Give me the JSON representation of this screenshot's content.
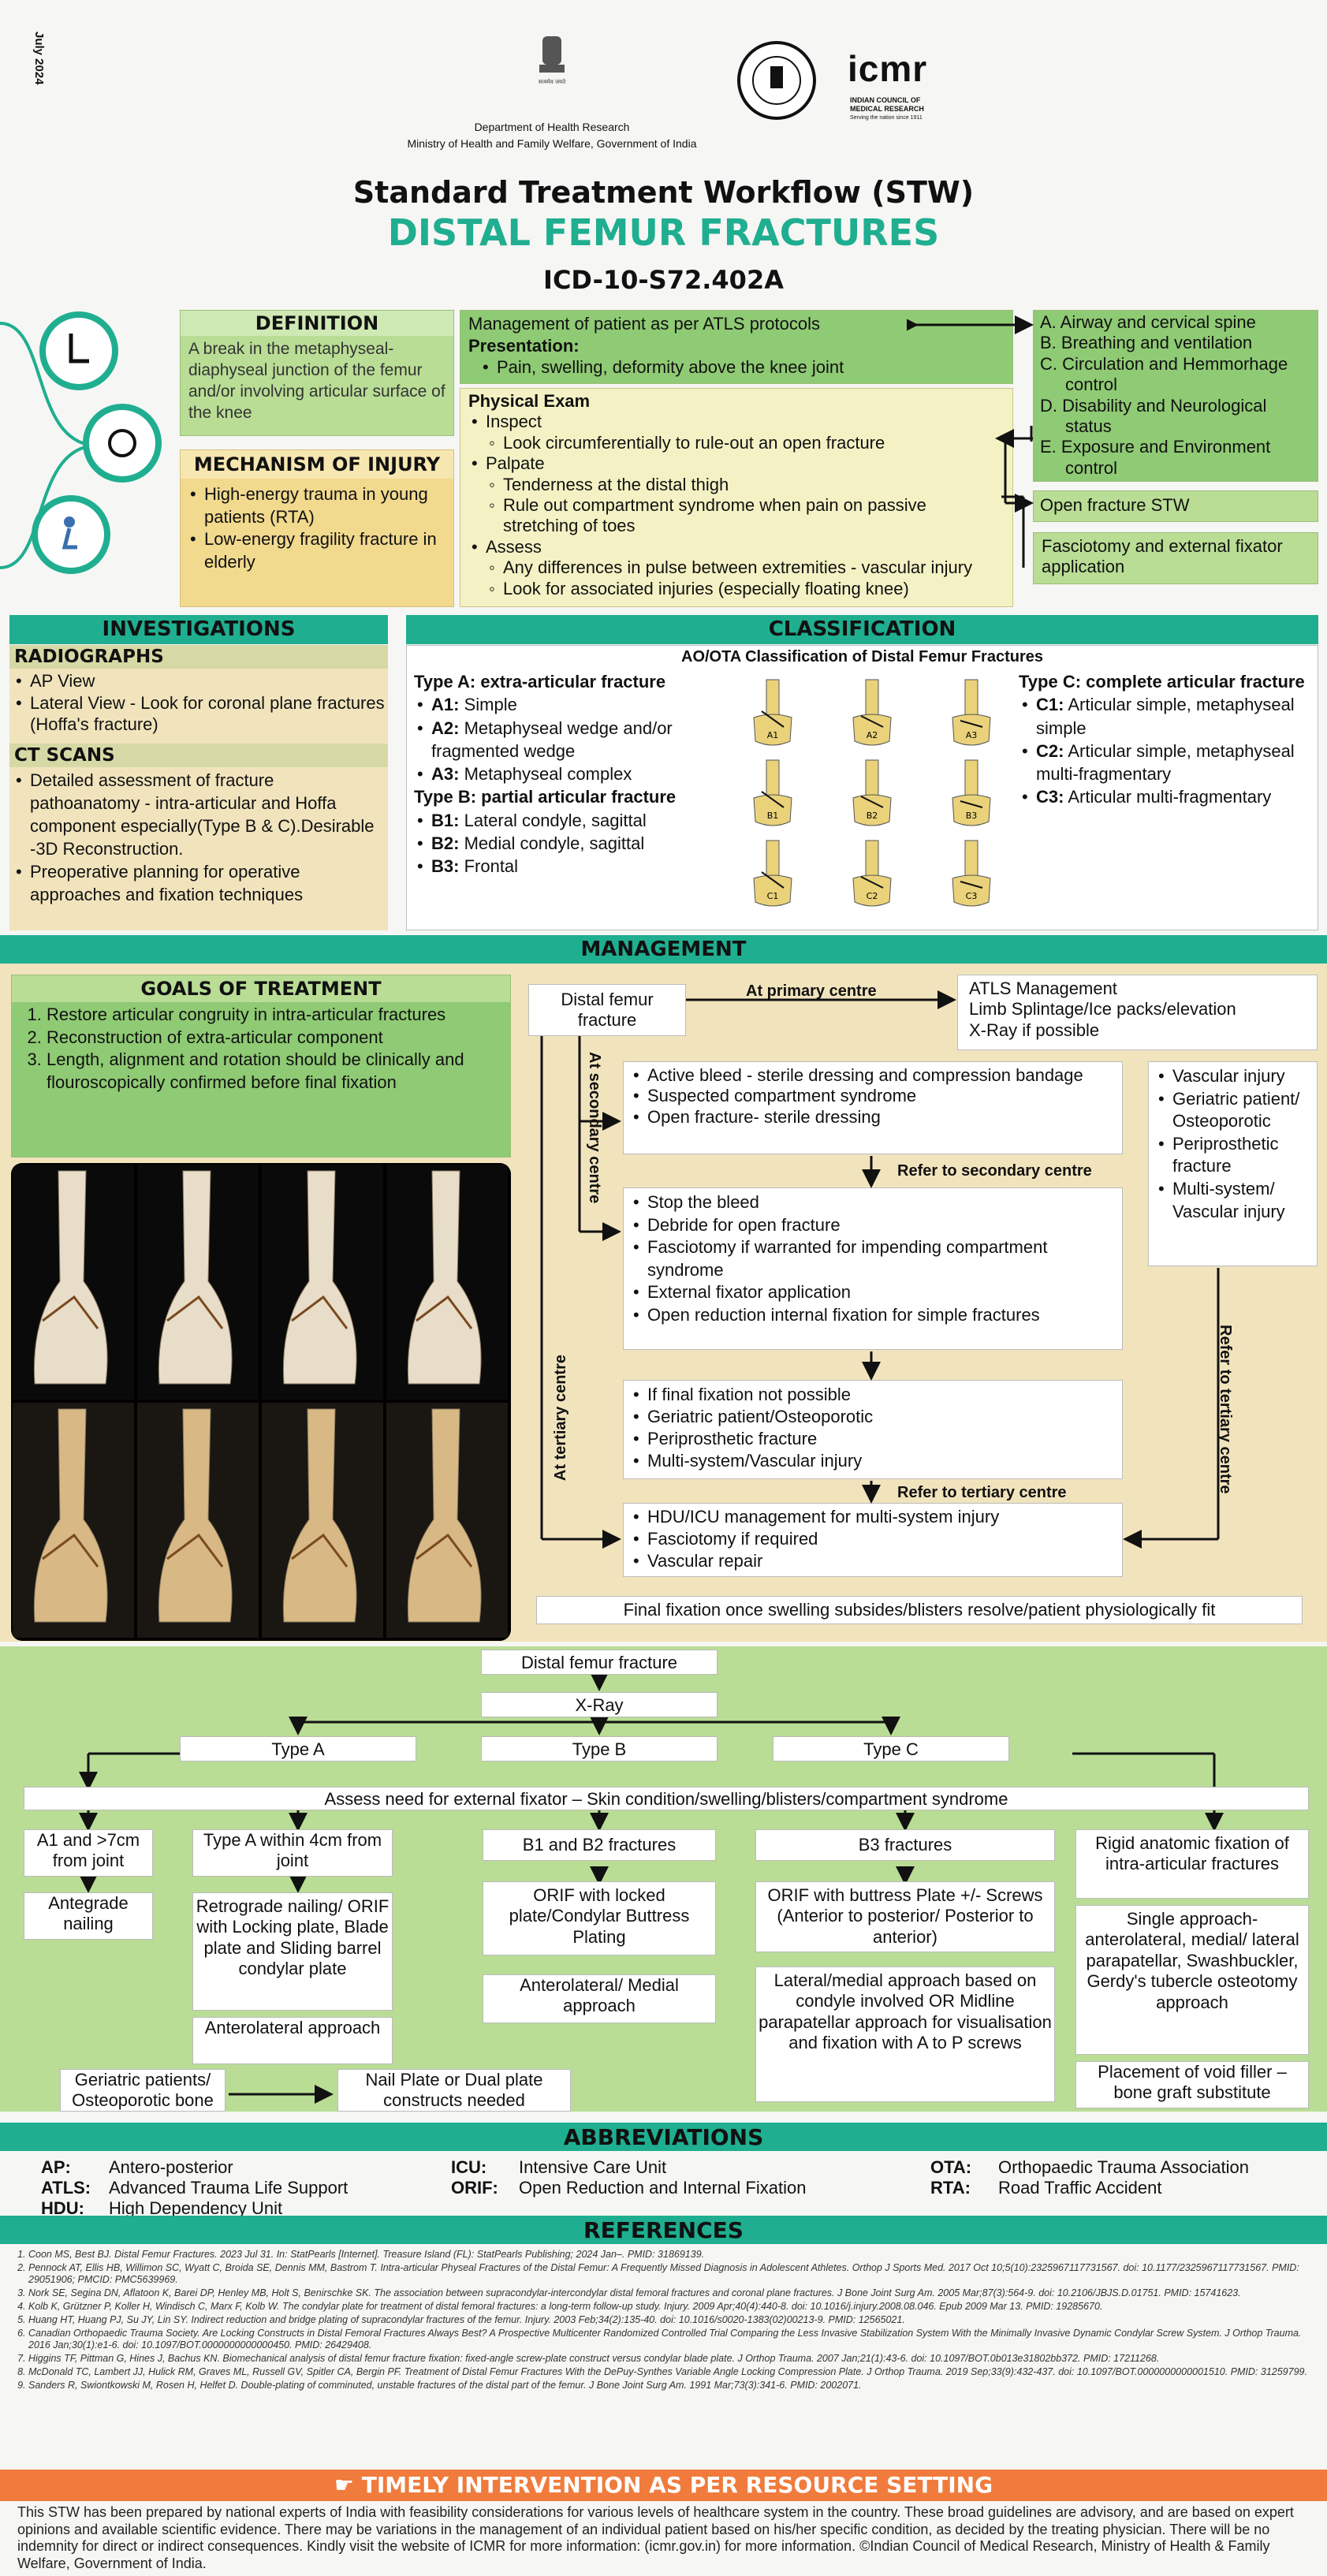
{
  "header": {
    "date": "July 2024",
    "dept": "Department of Health Research",
    "ministry": "Ministry of Health and Family Welfare, Government of India",
    "icmr": "icmr",
    "icmr_sub": "INDIAN COUNCIL OF MEDICAL RESEARCH",
    "icmr_tag": "Serving the nation since 1911",
    "emblem_text": "सत्यमेव जयते",
    "title": "Standard Treatment Workflow (STW)",
    "subtitle": "DISTAL FEMUR FRACTURES",
    "icd": "ICD-10-S72.402A"
  },
  "definition": {
    "title": "DEFINITION",
    "text": "A break in the metaphyseal-diaphyseal junction of the femur and/or involving articular surface of the knee"
  },
  "mechanism": {
    "title": "MECHANISM OF INJURY",
    "items": [
      "High-energy trauma in young patients (RTA)",
      "Low-energy fragility fracture in elderly"
    ]
  },
  "atls": {
    "line1": "Management of patient as per ATLS protocols",
    "presentation": "Presentation:",
    "item": "Pain, swelling, deformity above the knee joint"
  },
  "exam": {
    "title": "Physical Exam",
    "inspect": "Inspect",
    "inspect_sub": "Look circumferentially to rule-out an open fracture",
    "palpate": "Palpate",
    "palpate_sub": [
      "Tenderness at the distal thigh",
      "Rule out compartment syndrome when pain on passive stretching of toes"
    ],
    "assess": "Assess",
    "assess_sub": [
      "Any differences in pulse between extremities - vascular injury",
      "Look for associated injuries (especially floating knee)"
    ]
  },
  "abcde": [
    "A.  Airway and cervical spine",
    "B.  Breathing and ventilation",
    "C.  Circulation and Hemmorhage control",
    "D.  Disability and Neurological status",
    "E.  Exposure and Environment control"
  ],
  "open_stw": "Open fracture STW",
  "fasciotomy": "Fasciotomy and external fixator application",
  "investigations": {
    "title": "INVESTIGATIONS",
    "rad_title": "RADIOGRAPHS",
    "rad_items": [
      "AP View",
      "Lateral View - Look for coronal plane fractures (Hoffa's fracture)"
    ],
    "ct_title": "CT SCANS",
    "ct_items": [
      "Detailed assessment of fracture pathoanatomy - intra-articular and Hoffa component especially(Type B & C).Desirable -3D Reconstruction.",
      "Preoperative planning for operative approaches and fixation techniques"
    ]
  },
  "classification": {
    "title": "CLASSIFICATION",
    "subtitle": "AO/OTA Classification of Distal Femur Fractures",
    "typeA": "Type A: extra-articular fracture",
    "a_items": [
      [
        "A1:",
        "Simple"
      ],
      [
        "A2:",
        "Metaphyseal wedge and/or fragmented wedge"
      ],
      [
        "A3:",
        "Metaphyseal complex"
      ]
    ],
    "typeB": "Type B: partial articular fracture",
    "b_items": [
      [
        "B1:",
        "Lateral condyle, sagittal"
      ],
      [
        "B2:",
        "Medial condyle, sagittal"
      ],
      [
        "B3:",
        "Frontal"
      ]
    ],
    "typeC": "Type C: complete articular fracture",
    "c_items": [
      [
        "C1:",
        "Articular simple, metaphyseal simple"
      ],
      [
        "C2:",
        "Articular simple, metaphyseal multi-fragmentary"
      ],
      [
        "C3:",
        "Articular multi-fragmentary"
      ]
    ],
    "img_labels": [
      "A1",
      "A2",
      "A3",
      "B1",
      "B2",
      "B3",
      "C1",
      "C2",
      "C3"
    ]
  },
  "management": {
    "title": "MANAGEMENT",
    "goals_title": "GOALS OF TREATMENT",
    "goals": [
      "Restore articular congruity in intra-articular fractures",
      "Reconstruction of extra-articular component",
      "Length, alignment and rotation should be clinically and flouroscopically confirmed before final fixation"
    ],
    "distal": "Distal femur fracture",
    "primary": "At primary centre",
    "secondary": "At secondary centre",
    "tertiary": "At tertiary centre",
    "refer_tertiary_side": "Refer to tertiary centre",
    "primary_box": [
      "ATLS Management",
      "Limb Splintage/Ice packs/elevation",
      "X-Ray if possible"
    ],
    "sec_box": [
      "Active bleed - sterile dressing and compression bandage",
      "Suspected compartment syndrome",
      "Open fracture- sterile dressing"
    ],
    "refer_sec": "Refer to secondary centre",
    "stop_box": [
      "Stop the bleed",
      "Debride for open fracture",
      "Fasciotomy if warranted for impending compartment syndrome",
      "External fixator application",
      "Open reduction internal fixation for simple fractures"
    ],
    "right_box": [
      "Vascular injury",
      "Geriatric patient/ Osteoporotic",
      "Periprosthetic fracture",
      "Multi-system/ Vascular injury"
    ],
    "final_box": [
      "If final fixation not possible",
      "Geriatric patient/Osteoporotic",
      "Periprosthetic fracture",
      "Multi-system/Vascular injury"
    ],
    "refer_ter": "Refer to tertiary centre",
    "hdu_box": [
      "HDU/ICU management for multi-system injury",
      "Fasciotomy if required",
      "Vascular repair"
    ],
    "final_fix": "Final fixation once swelling subsides/blisters resolve/patient physiologically fit"
  },
  "flow": {
    "distal": "Distal femur fracture",
    "xray": "X-Ray",
    "typeA": "Type A",
    "typeB": "Type B",
    "typeC": "Type C",
    "assess": "Assess need for external fixator – Skin condition/swelling/blisters/compartment syndrome",
    "a1": "A1 and >7cm from joint",
    "antegrade": "Antegrade nailing",
    "typea_within": "Type A within 4cm from joint",
    "retrograde": "Retrograde nailing/ ORIF with Locking plate, Blade plate and Sliding barrel condylar plate",
    "anterolateral": "Anterolateral approach",
    "geriatric": "Geriatric patients/ Osteoporotic bone",
    "nail_plate": "Nail Plate or Dual plate constructs needed",
    "b1b2": "B1 and B2 fractures",
    "orif_lock": "ORIF with locked plate/Condylar Buttress Plating",
    "antero_medial": "Anterolateral/ Medial approach",
    "b3": "B3 fractures",
    "orif_butt": "ORIF with buttress Plate +/- Screws (Anterior to posterior/ Posterior to anterior)",
    "lat_med": "Lateral/medial approach based on condyle involved OR Midline parapatellar approach for visualisation and fixation with A to P screws",
    "rigid": "Rigid anatomic fixation of intra-articular fractures",
    "single": "Single approach- anterolateral, medial/ lateral parapatellar, Swashbuckler, Gerdy's tubercle osteotomy approach",
    "void": "Placement of void filler – bone graft substitute"
  },
  "abbrev": {
    "title": "ABBREVIATIONS",
    "items": [
      [
        "AP:",
        "Antero-posterior"
      ],
      [
        "ATLS:",
        "Advanced Trauma Life Support"
      ],
      [
        "HDU:",
        "High Dependency Unit"
      ],
      [
        "ICU:",
        "Intensive Care Unit"
      ],
      [
        "ORIF:",
        "Open Reduction and Internal Fixation"
      ],
      [
        "OTA:",
        "Orthopaedic Trauma Association"
      ],
      [
        "RTA:",
        "Road Traffic Accident"
      ]
    ]
  },
  "references": {
    "title": "REFERENCES",
    "items": [
      "Coon MS, Best BJ. Distal Femur Fractures. 2023 Jul 31. In: StatPearls [Internet]. Treasure Island (FL): StatPearls Publishing; 2024 Jan–. PMID: 31869139.",
      "Pennock AT, Ellis HB, Willimon SC, Wyatt C, Broida SE, Dennis MM, Bastrom T. Intra-articular Physeal Fractures of the Distal Femur: A Frequently Missed Diagnosis in Adolescent Athletes. Orthop J Sports Med. 2017 Oct 10;5(10):2325967117731567. doi: 10.1177/2325967117731567. PMID: 29051906; PMCID: PMC5639969.",
      "Nork SE, Segina DN, Aflatoon K, Barei DP, Henley MB, Holt S, Benirschke SK. The association between supracondylar-intercondylar distal femoral fractures and coronal plane fractures. J Bone Joint Surg Am. 2005 Mar;87(3):564-9. doi: 10.2106/JBJS.D.01751. PMID: 15741623.",
      "Kolb K, Grützner P, Koller H, Windisch C, Marx F, Kolb W. The condylar plate for treatment of distal femoral fractures: a long-term follow-up study. Injury. 2009 Apr;40(4):440-8. doi: 10.1016/j.injury.2008.08.046. Epub 2009 Mar 13. PMID: 19285670.",
      "Huang HT, Huang PJ, Su JY, Lin SY. Indirect reduction and bridge plating of supracondylar fractures of the femur. Injury. 2003 Feb;34(2):135-40. doi: 10.1016/s0020-1383(02)00213-9. PMID: 12565021.",
      "Canadian Orthopaedic Trauma Society. Are Locking Constructs in Distal Femoral Fractures Always Best? A Prospective Multicenter Randomized Controlled Trial Comparing the Less Invasive Stabilization System With the Minimally Invasive Dynamic Condylar Screw System. J Orthop Trauma. 2016 Jan;30(1):e1-6. doi: 10.1097/BOT.0000000000000450. PMID: 26429408.",
      "Higgins TF, Pittman G, Hines J, Bachus KN. Biomechanical analysis of distal femur fracture fixation: fixed-angle screw-plate construct versus condylar blade plate. J Orthop Trauma. 2007 Jan;21(1):43-6. doi: 10.1097/BOT.0b013e31802bb372. PMID: 17211268.",
      "McDonald TC, Lambert JJ, Hulick RM, Graves ML, Russell GV, Spitler CA, Bergin PF. Treatment of Distal Femur Fractures With the DePuy-Synthes Variable Angle Locking Compression Plate. J Orthop Trauma. 2019 Sep;33(9):432-437. doi: 10.1097/BOT.0000000000001510. PMID: 31259799.",
      "Sanders R, Swiontkowski M, Rosen H, Helfet D. Double-plating of comminuted, unstable fractures of the distal part of the femur. J Bone Joint Surg Am. 1991 Mar;73(3):341-6. PMID: 2002071."
    ]
  },
  "footer": {
    "timely": "TIMELY INTERVENTION AS PER RESOURCE SETTING",
    "text": "This STW has been prepared by national experts of India with feasibility considerations for various levels of healthcare system in the country. These broad guidelines are advisory, and are based on expert opinions and available scientific evidence. There may be variations in the management of an individual patient based on his/her specific condition, as decided by the treating physician. There will be no indemnity for direct or indirect consequences. Kindly visit the website of ICMR for more information: (icmr.gov.in) for more information. ©Indian Council of Medical Research, Ministry of Health & Family Welfare, Government of India."
  },
  "colors": {
    "teal": "#1fae90",
    "green": "#8fca74",
    "lightgreen": "#b9dd95",
    "beige": "#f1e4bd",
    "orange": "#f07b3c"
  }
}
